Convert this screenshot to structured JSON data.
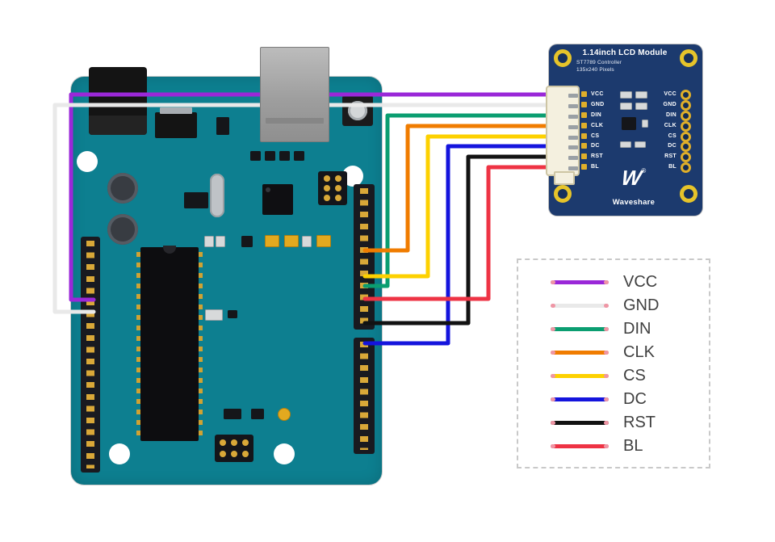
{
  "colors": {
    "arduino_board": "#0d7f90",
    "lcd_board": "#1c3a6e",
    "legend_cap": "#ef96a5"
  },
  "lcd_module": {
    "title": "1.14inch LCD Module",
    "subtitle_controller": "ST7789 Controller",
    "subtitle_resolution": "135x240 Pixels",
    "brand": "Waveshare",
    "brand_mark": "W",
    "registered_symbol": "®",
    "pins": [
      "VCC",
      "GND",
      "DIN",
      "CLK",
      "CS",
      "DC",
      "RST",
      "BL"
    ]
  },
  "legend": {
    "items": [
      {
        "label": "VCC",
        "color": "#9a28d8"
      },
      {
        "label": "GND",
        "color": "#e9e9e9"
      },
      {
        "label": "DIN",
        "color": "#0b9e71"
      },
      {
        "label": "CLK",
        "color": "#f07c00"
      },
      {
        "label": "CS",
        "color": "#fdd100"
      },
      {
        "label": "DC",
        "color": "#1414dd"
      },
      {
        "label": "RST",
        "color": "#121212"
      },
      {
        "label": "BL",
        "color": "#ee3344"
      }
    ]
  }
}
